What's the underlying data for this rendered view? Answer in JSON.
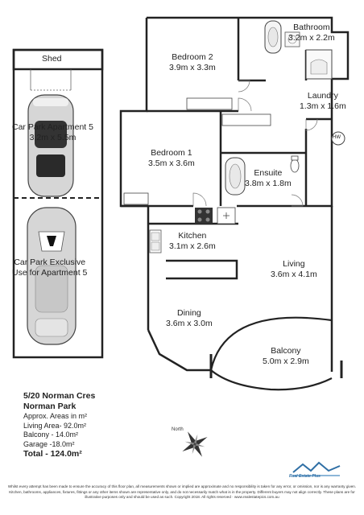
{
  "rooms": {
    "shed": "Shed",
    "car_park_1_name": "Car Park Apartment 5",
    "car_park_1_size": "3.2m x 5.5m",
    "car_park_2_line1": "Car Park Exclusive",
    "car_park_2_line2": "Use for Apartment 5",
    "bedroom2_name": "Bedroom 2",
    "bedroom2_size": "3.9m x 3.3m",
    "bathroom_name": "Bathroom",
    "bathroom_size": "3.2m x 2.2m",
    "laundry_name": "Laundry",
    "laundry_size": "1.3m x 1.6m",
    "bedroom1_name": "Bedroom 1",
    "bedroom1_size": "3.5m x 3.6m",
    "ensuite_name": "Ensuite",
    "ensuite_size": "3.8m x 1.8m",
    "kitchen_name": "Kitchen",
    "kitchen_size": "3.1m x 2.6m",
    "living_name": "Living",
    "living_size": "3.6m x 4.1m",
    "dining_name": "Dining",
    "dining_size": "3.6m x 3.0m",
    "balcony_name": "Balcony",
    "balcony_size": "5.0m x 2.9m",
    "hw": "HW"
  },
  "info": {
    "address_line1": "5/20 Norman Cres",
    "address_line2": "Norman Park",
    "approx": "Approx. Areas in m²",
    "living_area": "Living Area- 92.0m²",
    "balcony": "Balcony - 14.0m²",
    "garage": "Garage -18.0m²",
    "total": "Total  - 124.0m²"
  },
  "compass": {
    "label": "North"
  },
  "logo": {
    "text": "Real Estate Plus"
  },
  "disclaimer": "Whilst every attempt has been made to ensure the accuracy of this floor plan, all measurements shown or implied are approximate and no responsibility is taken for any error, or omission, nor is any warranty given. Kitchen, bathrooms, appliances, fixtures, fittings or any other items shown are representative only, and do not necessarily match what is in the property. Different buyers may not align correctly. These plans are for illustrative purposes only and should be used as such. Copyright 2018. All rights reserved · www.realestatepics.com.au",
  "colors": {
    "wall": "#222222",
    "stove": "#333333",
    "car_body": "#d6d6d6",
    "logo_blue": "#2f6fa5"
  }
}
